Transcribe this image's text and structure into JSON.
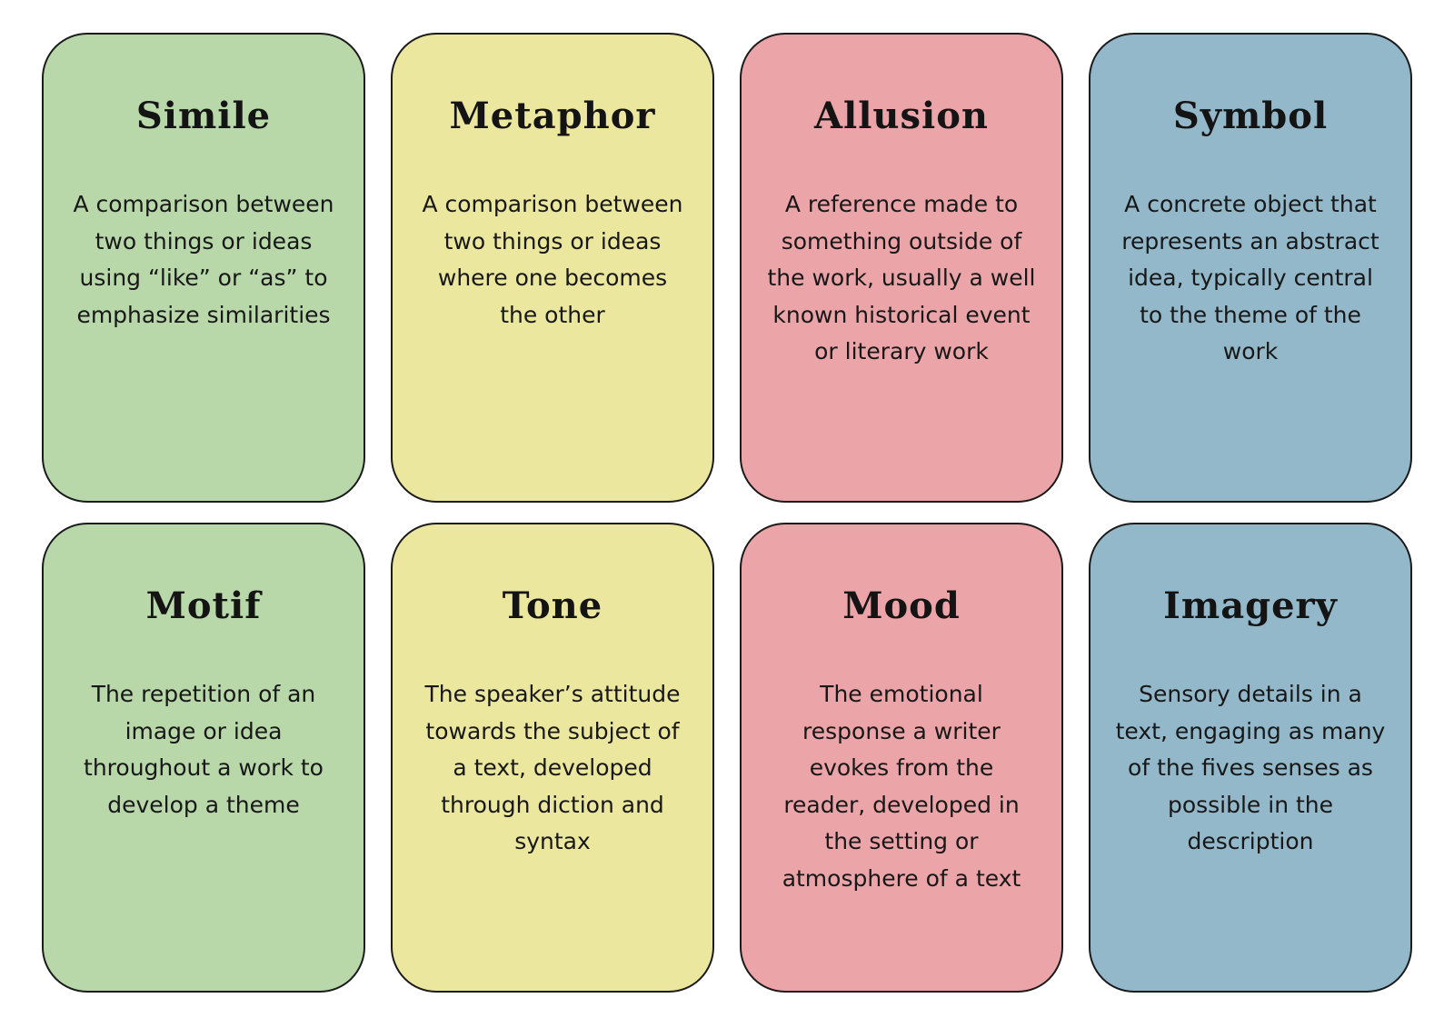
{
  "palette": {
    "green": "#b8d8a9",
    "yellow": "#ebe79f",
    "pink": "#eba4a8",
    "blue": "#92b8ca",
    "border": "#1b1b1b",
    "background": "#ffffff"
  },
  "cards": [
    {
      "title": "Simile",
      "definition": "A comparison between two things or ideas using “like” or “as” to emphasize similarities",
      "color": "#b8d8a9"
    },
    {
      "title": "Metaphor",
      "definition": "A comparison between two things or ideas where one becomes the other",
      "color": "#ebe79f"
    },
    {
      "title": "Allusion",
      "definition": "A reference made to something outside of the work, usually a well known historical event or literary work",
      "color": "#eba4a8"
    },
    {
      "title": "Symbol",
      "definition": "A concrete object that represents an abstract idea, typically central to the theme of the work",
      "color": "#92b8ca"
    },
    {
      "title": "Motif",
      "definition": "The repetition of an image or idea throughout a work to develop a theme",
      "color": "#b8d8a9"
    },
    {
      "title": "Tone",
      "definition": "The speaker’s attitude towards the subject of a text, developed through diction and syntax",
      "color": "#ebe79f"
    },
    {
      "title": "Mood",
      "definition": "The emotional response a writer evokes from the reader, developed in the setting or atmosphere of a text",
      "color": "#eba4a8"
    },
    {
      "title": "Imagery",
      "definition": "Sensory details in a text, engaging as many of the fives senses as possible in the description",
      "color": "#92b8ca"
    }
  ]
}
